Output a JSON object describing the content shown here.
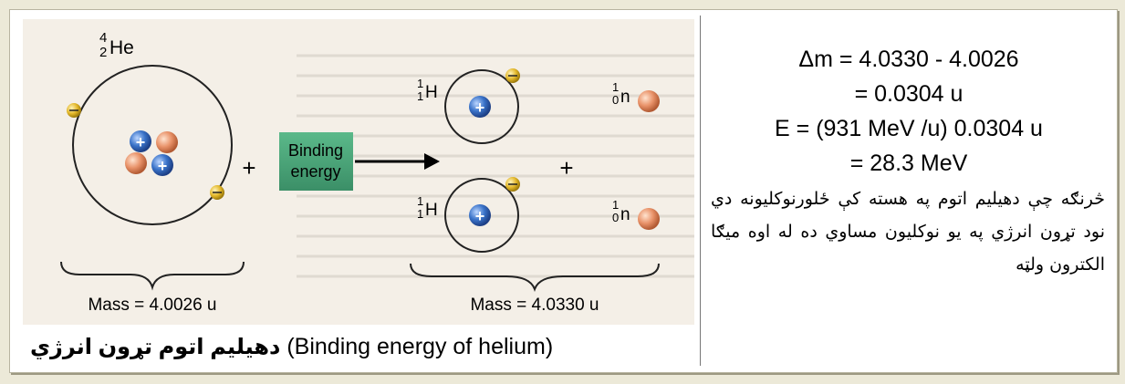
{
  "figure": {
    "he_mass_number": "4",
    "he_atomic_number": "2",
    "he_symbol": "He",
    "plus_sign": "+",
    "binding_box_line1": "Binding",
    "binding_box_line2": "energy",
    "proton_symbol": "+",
    "h_mass_number": "1",
    "h_atomic_number": "1",
    "h_symbol": "H",
    "n_mass_number": "1",
    "n_atomic_number": "0",
    "n_symbol": "n",
    "mass_left": "Mass = 4.0026 u",
    "mass_right": "Mass = 4.0330 u"
  },
  "caption": {
    "pashto": "دهيليم اتوم تړون انرژي",
    "english": "(Binding energy of helium)"
  },
  "equations": {
    "line1": "Δm = 4.0330 - 4.0026",
    "line2": "= 0.0304 u",
    "line3": "E = (931 MeV /u) 0.0304 u",
    "line4": "= 28.3 MeV"
  },
  "note": "څرنګه چې دهيليم اتوم په هسته کې ځلورنوکليونه دي نود تړون انرژي په يو نوکليون مساوي ده له اوه ميګا الکترون ولټه",
  "colors": {
    "background": "#ece9d8",
    "binding_box": "#4aa37a",
    "proton": "#3a73c9",
    "neutron": "#e9936a",
    "electron": "#e2b628"
  }
}
